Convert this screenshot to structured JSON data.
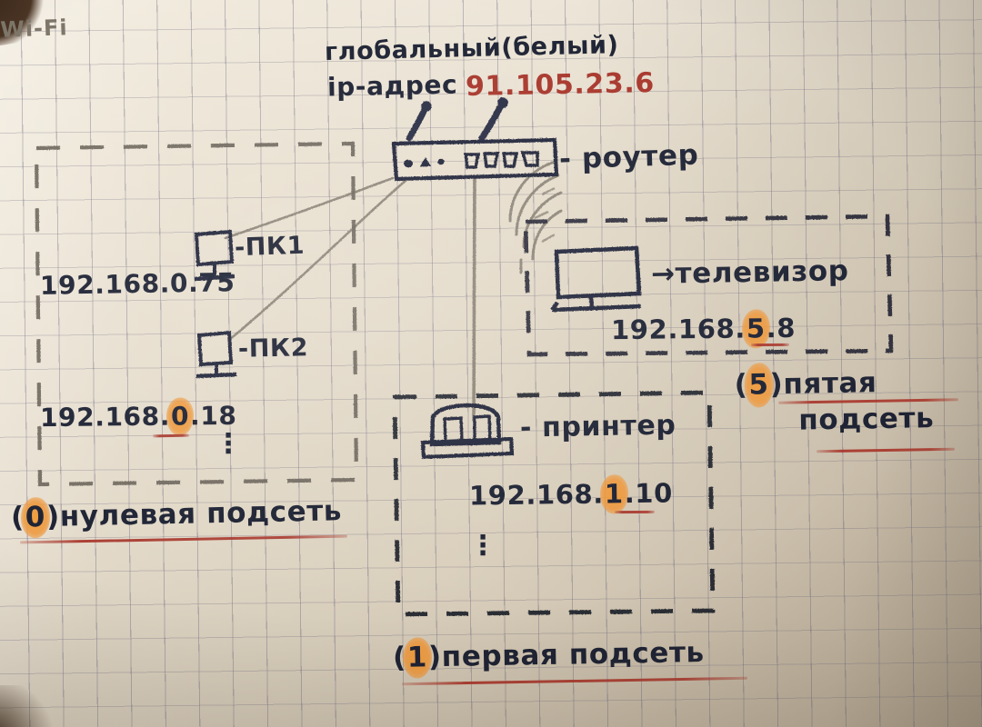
{
  "diagram": {
    "title": "Home network subnets hand drawing",
    "global": {
      "line1": "глобальный(белый)",
      "line2": "ip-адрес",
      "ip": "91.105.23.6",
      "ip_color": "#a8372c"
    },
    "router": {
      "label": "- роутер",
      "wifi_label": "Wi-Fi"
    },
    "devices": [
      {
        "name": "pc1",
        "label": "-ПК1",
        "ip": "192.168.0.75",
        "highlight": ""
      },
      {
        "name": "pc2",
        "label": "-ПК2",
        "ip_prefix": "192.168.",
        "ip_highlight": "0",
        "ip_suffix": ".18"
      },
      {
        "name": "tv",
        "label": "→телевизор",
        "ip_prefix": "192.168.",
        "ip_highlight": "5",
        "ip_suffix": ".8"
      },
      {
        "name": "printer",
        "label": "- принтер",
        "ip_prefix": "192.168.",
        "ip_highlight": "1",
        "ip_suffix": ".10"
      }
    ],
    "subnets": [
      {
        "id": "0",
        "number": "0",
        "text": "нулевая подсеть"
      },
      {
        "id": "1",
        "number": "1",
        "text": "первая подсеть"
      },
      {
        "id": "5",
        "number": "5",
        "line1": "пятая",
        "line2": "подсеть"
      }
    ],
    "colors": {
      "ink": "#1d2233",
      "pencil": "#7d7669",
      "highlighter": "#ee9638",
      "red_pen": "#a8372c",
      "paper": "#e2d8c6"
    },
    "ellipsis": "⋮"
  }
}
